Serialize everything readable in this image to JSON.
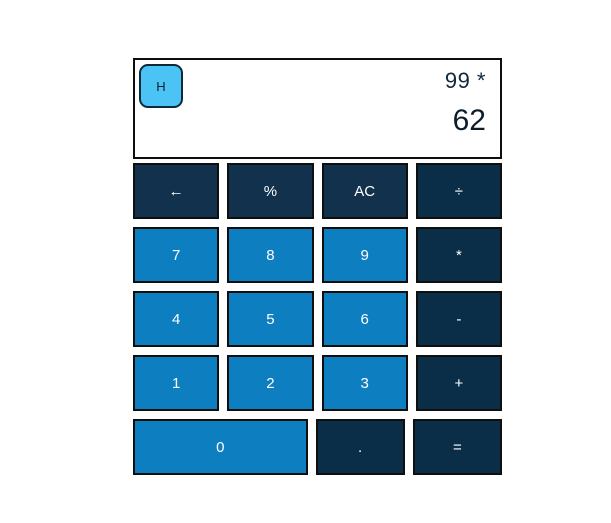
{
  "display": {
    "history_button_label": "H",
    "expression": "99 *",
    "result": "62"
  },
  "colors": {
    "number_key": "#0d7fc0",
    "operator_key": "#0a2d48",
    "function_key": "#12314c",
    "history_button": "#4cc3f5",
    "border": "#0f0f0f",
    "display_background": "#ffffff",
    "display_text": "#0c1c2b"
  },
  "keypad": {
    "rows": [
      {
        "keys": [
          {
            "label": "←",
            "name": "backspace-key",
            "kind": "func"
          },
          {
            "label": "%",
            "name": "percent-key",
            "kind": "func"
          },
          {
            "label": "AC",
            "name": "all-clear-key",
            "kind": "func"
          },
          {
            "label": "÷",
            "name": "divide-key",
            "kind": "op"
          }
        ]
      },
      {
        "keys": [
          {
            "label": "7",
            "name": "digit-7-key",
            "kind": "num"
          },
          {
            "label": "8",
            "name": "digit-8-key",
            "kind": "num"
          },
          {
            "label": "9",
            "name": "digit-9-key",
            "kind": "num"
          },
          {
            "label": "*",
            "name": "multiply-key",
            "kind": "op"
          }
        ]
      },
      {
        "keys": [
          {
            "label": "4",
            "name": "digit-4-key",
            "kind": "num"
          },
          {
            "label": "5",
            "name": "digit-5-key",
            "kind": "num"
          },
          {
            "label": "6",
            "name": "digit-6-key",
            "kind": "num"
          },
          {
            "label": "-",
            "name": "subtract-key",
            "kind": "op"
          }
        ]
      },
      {
        "keys": [
          {
            "label": "1",
            "name": "digit-1-key",
            "kind": "num"
          },
          {
            "label": "2",
            "name": "digit-2-key",
            "kind": "num"
          },
          {
            "label": "3",
            "name": "digit-3-key",
            "kind": "num"
          },
          {
            "label": "+",
            "name": "add-key",
            "kind": "op"
          }
        ]
      },
      {
        "keys": [
          {
            "label": "0",
            "name": "digit-0-key",
            "kind": "num",
            "wide": true
          },
          {
            "label": ".",
            "name": "decimal-point-key",
            "kind": "op"
          },
          {
            "label": "=",
            "name": "equals-key",
            "kind": "op"
          }
        ]
      }
    ]
  }
}
